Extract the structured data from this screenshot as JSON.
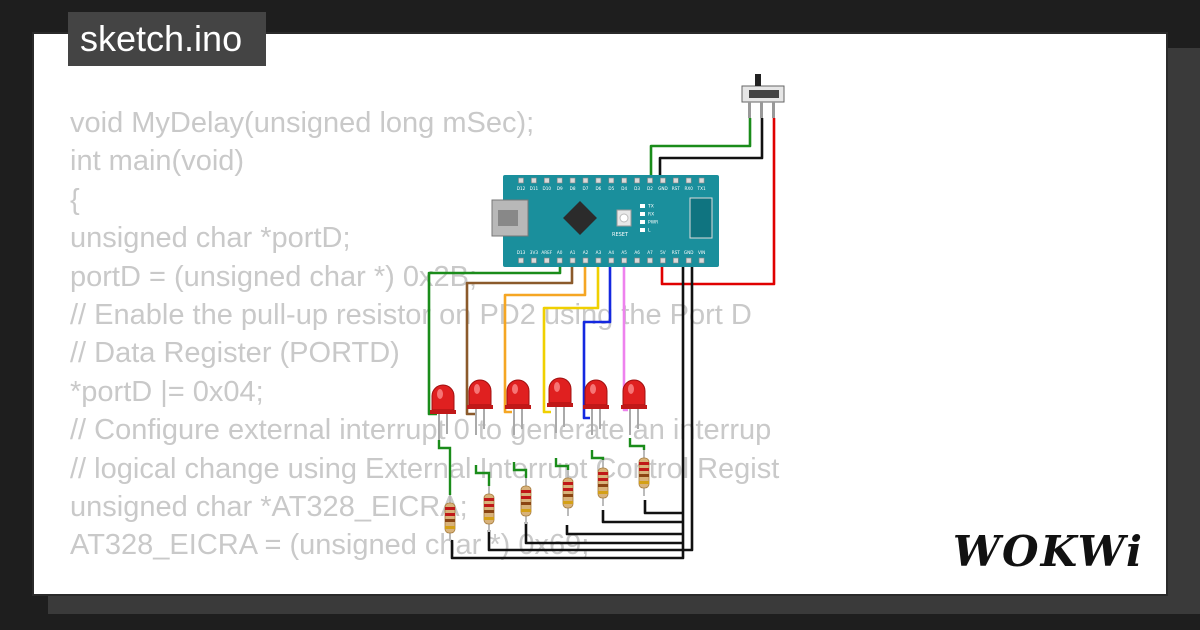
{
  "header": {
    "title": "sketch.ino"
  },
  "code": {
    "lines": [
      "void MyDelay(unsigned long mSec);",
      "int main(void)",
      "{",
      "unsigned char *portD;",
      "portD = (unsigned char *) 0x2B;",
      "// Enable the pull-up resistor on PD2 using the Port D",
      "// Data Register (PORTD)",
      "*portD |= 0x04;",
      "// Configure external interrupt 0 to generate an interrup",
      "// logical change using External Interrupt Control Regist",
      "unsigned char *AT328_EICRA;",
      "AT328_EICRA = (unsigned char *) 0x69;"
    ]
  },
  "brand": {
    "logo": "WOKWi"
  },
  "board": {
    "top_pins": [
      "D12",
      "D11",
      "D10",
      "D9",
      "D8",
      "D7",
      "D6",
      "D5",
      "D4",
      "D3",
      "D2",
      "GND",
      "RST",
      "RX0",
      "TX1"
    ],
    "bottom_pins": [
      "D13",
      "3V3",
      "AREF",
      "A0",
      "A1",
      "A2",
      "A3",
      "A4",
      "A5",
      "A6",
      "A7",
      "5V",
      "RST",
      "GND",
      "VIN"
    ],
    "reset_label": "RESET",
    "led_labels": [
      "TX",
      "RX",
      "PWR",
      "L"
    ],
    "color": "#1a8f9c"
  },
  "wire_colors": {
    "green": "#1a8c1a",
    "brown": "#8b5a2b",
    "orange": "#f5a623",
    "yellow": "#f0d000",
    "blue": "#1428e0",
    "violet": "#ee82ee",
    "red": "#e00000",
    "black": "#111111"
  },
  "led_color": "#e02020"
}
